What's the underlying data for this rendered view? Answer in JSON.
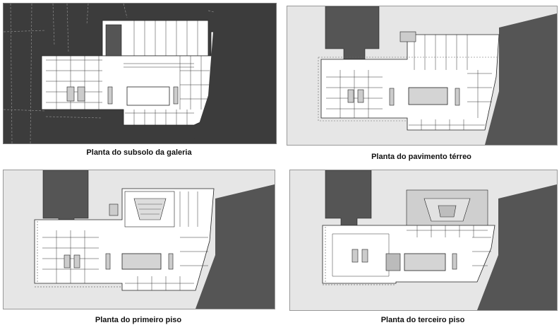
{
  "panels": [
    {
      "id": "subsolo",
      "caption": "Planta do subsolo da galeria"
    },
    {
      "id": "terreo",
      "caption": "Planta do pavimento térreo"
    },
    {
      "id": "primeiro",
      "caption": "Planta do primeiro piso"
    },
    {
      "id": "terceiro",
      "caption": "Planta do terceiro piso"
    }
  ],
  "colors": {
    "background_dark": "#3c3c3c",
    "block_dark": "#555555",
    "plan_white": "#ffffff",
    "site_light": "#e6e6e6",
    "pool_gray": "#d4d4d4",
    "line": "#222222"
  }
}
